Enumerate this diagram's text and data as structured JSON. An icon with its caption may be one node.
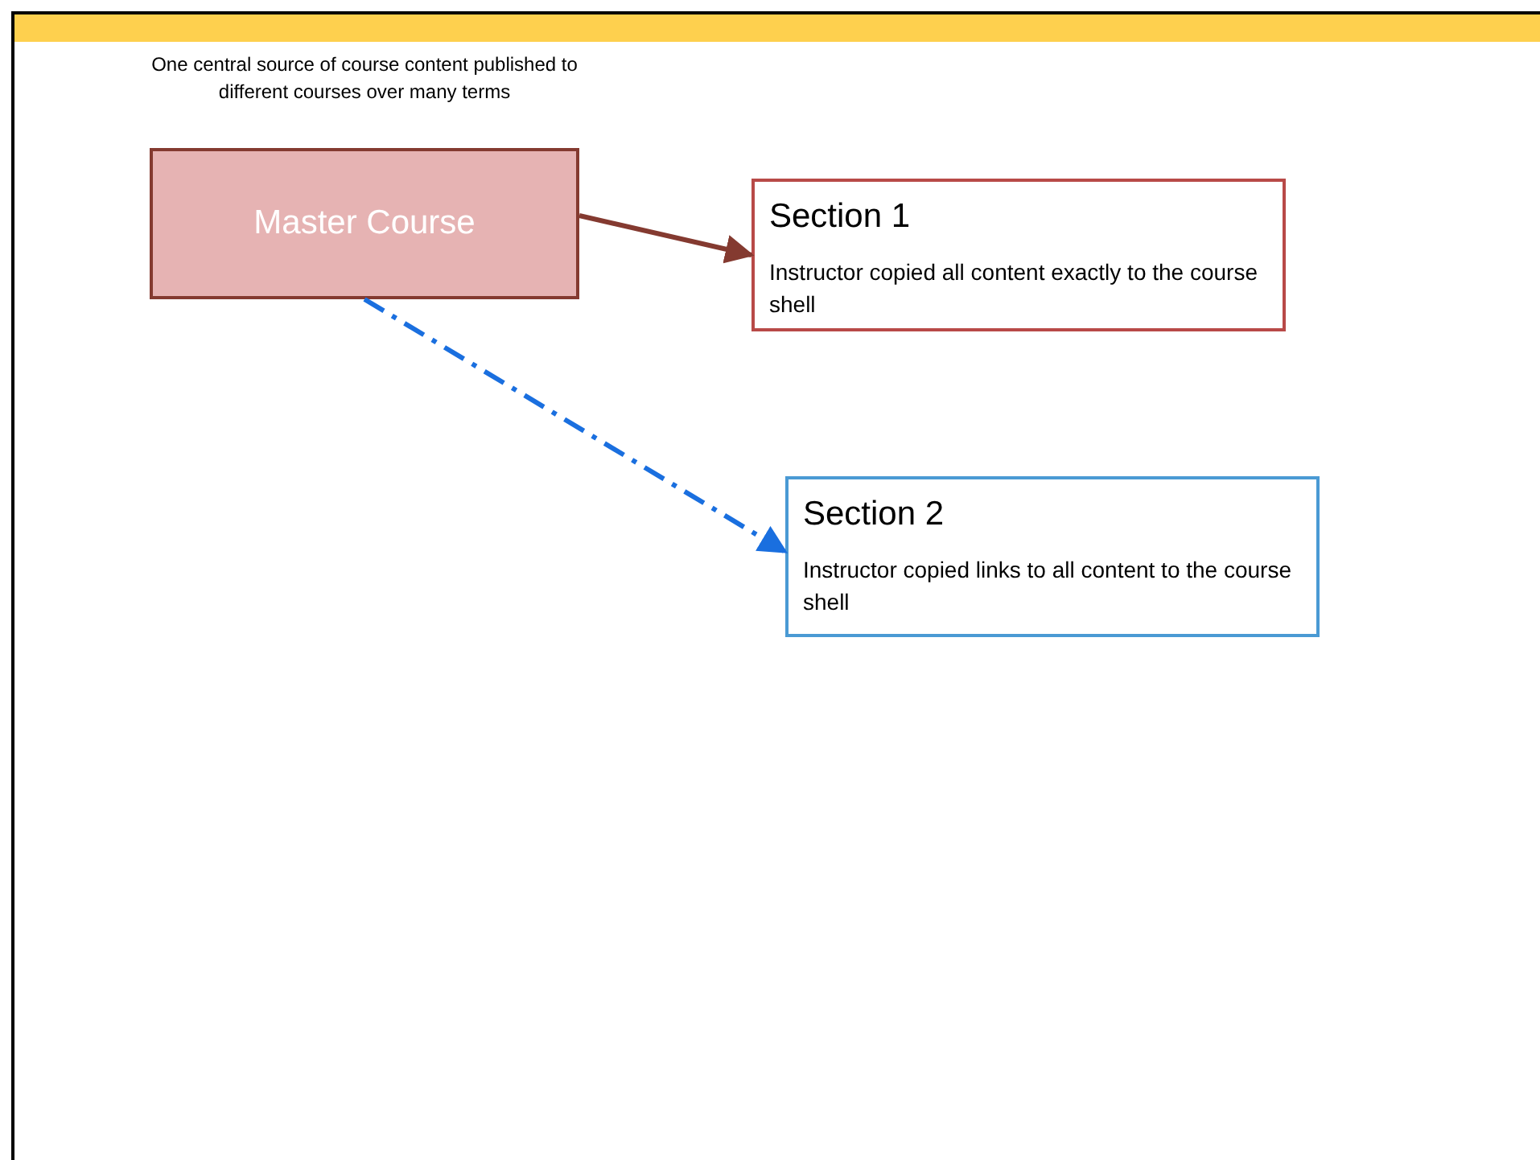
{
  "diagram": {
    "nodes": [
      {
        "text": [
          "Master Course"
        ],
        "beside": [
          "One central source of course content published to different courses over many terms"
        ]
      },
      {
        "text": [
          "Section 1",
          "Instructor copied all content exactly to the course shell"
        ]
      },
      {
        "text": [
          "Section 2",
          "Instructor copied links to all content to the course shell"
        ]
      }
    ],
    "edges": [
      {
        "from": 0,
        "to": 1,
        "arrow": "to",
        "color": "#843a30"
      },
      {
        "from": 0,
        "to": 2,
        "arrow": "to",
        "style": "dashed",
        "color": "#1a6fdf"
      }
    ]
  }
}
